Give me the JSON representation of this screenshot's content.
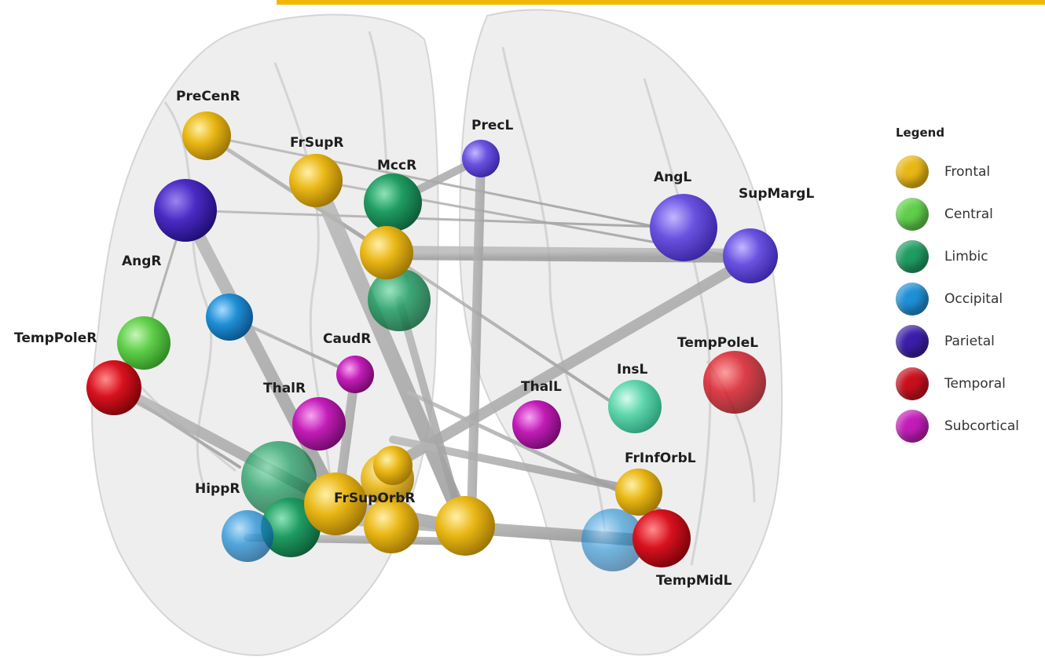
{
  "legend": {
    "title": "Legend",
    "items": [
      {
        "label": "Frontal",
        "color": "#e9b715"
      },
      {
        "label": "Central",
        "color": "#5fcf4a"
      },
      {
        "label": "Limbic",
        "color": "#1f9c62"
      },
      {
        "label": "Occipital",
        "color": "#1f8fd6"
      },
      {
        "label": "Parietal",
        "color": "#3b1ea8"
      },
      {
        "label": "Temporal",
        "color": "#c8101c"
      },
      {
        "label": "Subcortical",
        "color": "#c21db7"
      }
    ]
  },
  "region_labels": {
    "PreCenR": "PreCenR",
    "FrSupR": "FrSupR",
    "MccR": "MccR",
    "PrecL": "PrecL",
    "AngL": "AngL",
    "SupMargL": "SupMargL",
    "AngR": "AngR",
    "TempPoleR": "TempPoleR",
    "CaudR": "CaudR",
    "TempPoleL": "TempPoleL",
    "ThalR": "ThalR",
    "ThalL": "ThalL",
    "InsL": "InsL",
    "FrInfOrbL": "FrInfOrbL",
    "HippR": "HippR",
    "FrSupOrbR": "FrSupOrbR",
    "TempMidL": "TempMidL"
  }
}
